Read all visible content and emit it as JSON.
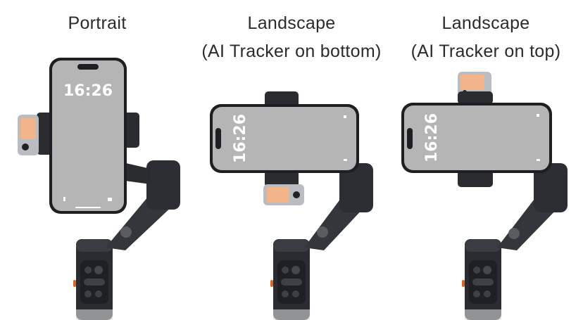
{
  "panels": [
    {
      "caption_line1": "Portrait",
      "caption_line2": "",
      "clock": "16:26"
    },
    {
      "caption_line1": "Landscape",
      "caption_line2": "(AI Tracker on bottom)",
      "clock": "16:26"
    },
    {
      "caption_line1": "Landscape",
      "caption_line2": "(AI Tracker on top)",
      "clock": "16:26"
    }
  ],
  "colors": {
    "gimbal_body": "#2a2c30",
    "gimbal_arm": "#33363b",
    "phone_screen": "#b5b5b5",
    "phone_frame": "#1e1f22",
    "tracker_light": "#f3b48a",
    "accent_orange": "#d9642a"
  },
  "icons": [
    "flashlight-icon",
    "camera-icon",
    "led-grid-icon",
    "joystick-icon",
    "record-button-icon"
  ]
}
